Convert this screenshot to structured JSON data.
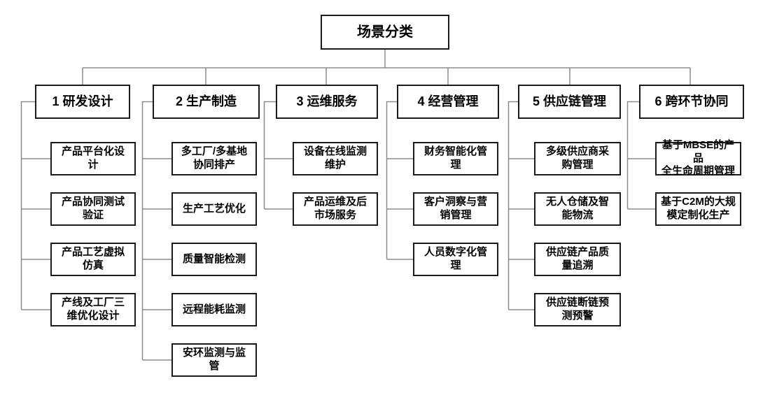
{
  "root": {
    "label": "场景分类"
  },
  "branches": [
    {
      "label": "1 研发设计",
      "children": [
        "产品平台化设\n计",
        "产品协同测试\n验证",
        "产品工艺虚拟\n仿真",
        "产线及工厂三\n维优化设计"
      ]
    },
    {
      "label": "2 生产制造",
      "children": [
        "多工厂/多基地\n协同排产",
        "生产工艺优化",
        "质量智能检测",
        "远程能耗监测",
        "安环监测与监\n管"
      ]
    },
    {
      "label": "3 运维服务",
      "children": [
        "设备在线监测\n维护",
        "产品运维及后\n市场服务"
      ]
    },
    {
      "label": "4 经营管理",
      "children": [
        "财务智能化管\n理",
        "客户洞察与营\n销管理",
        "人员数字化管\n理"
      ]
    },
    {
      "label": "5 供应链管理",
      "children": [
        "多级供应商采\n购管理",
        "无人仓储及智\n能物流",
        "供应链产品质\n量追溯",
        "供应链断链预\n测预警"
      ]
    },
    {
      "label": "6 跨环节协同",
      "children": [
        "基于MBSE的产品\n全生命周期管理",
        "基于C2M的大规\n模定制化生产"
      ]
    }
  ],
  "colors": {
    "box_border": "#1a1a1a",
    "connector": "#8c8c8c",
    "background": "#ffffff",
    "text": "#000000"
  }
}
